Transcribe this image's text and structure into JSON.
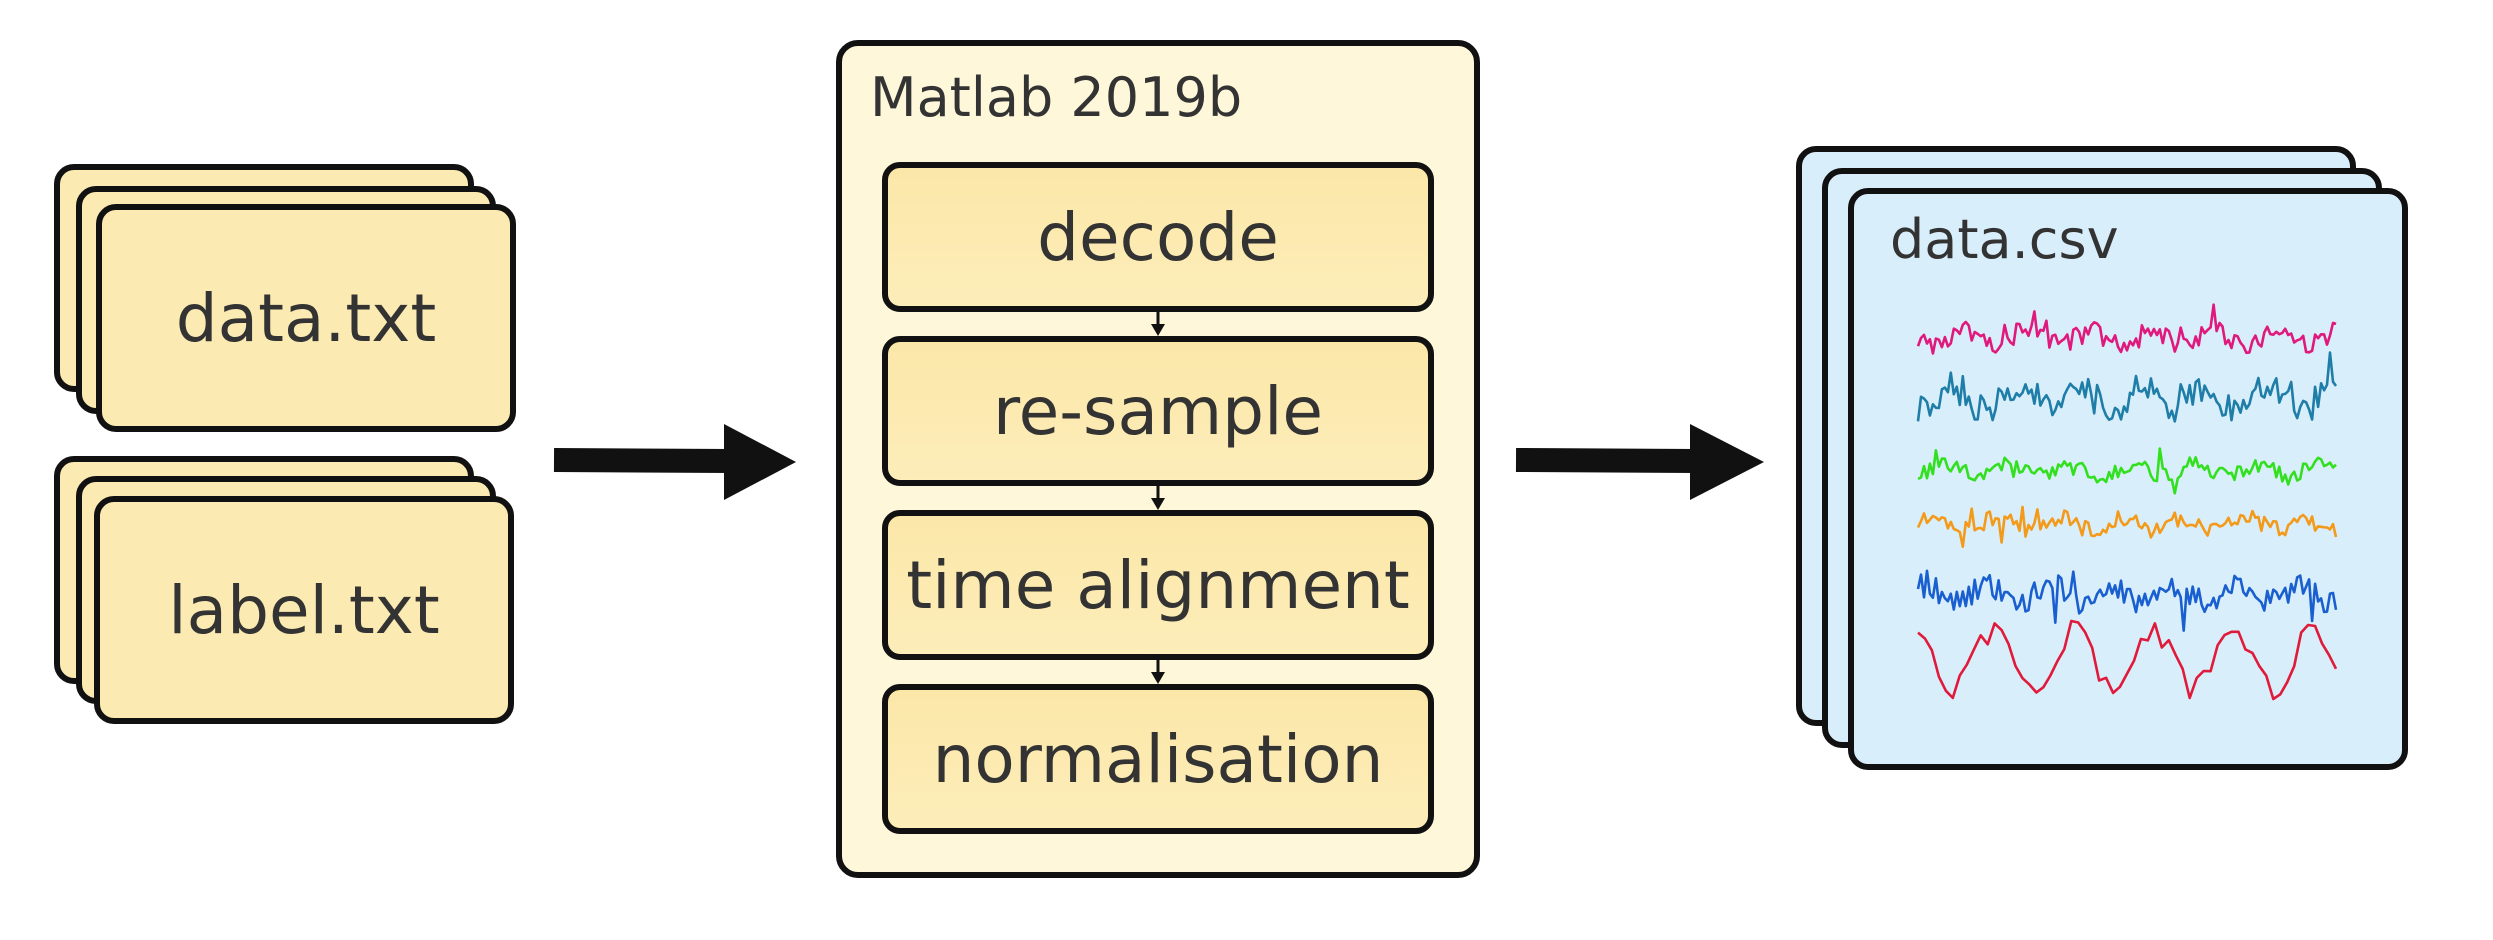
{
  "inputs": {
    "data_file": "data.txt",
    "label_file": "label.txt"
  },
  "pipeline": {
    "title": "Matlab 2019b",
    "steps": [
      "decode",
      "re-sample",
      "time alignment",
      "normalisation"
    ]
  },
  "output": {
    "file": "data.csv",
    "signal_colors": [
      "#e0197d",
      "#1f7ea8",
      "#33e01f",
      "#f39a1a",
      "#1a5fd0",
      "#e01a3a"
    ]
  },
  "colors": {
    "input_fill": "#fbeab2",
    "panel_fill": "#fef7d9",
    "output_fill": "#d9eefb",
    "stroke": "#111111"
  }
}
